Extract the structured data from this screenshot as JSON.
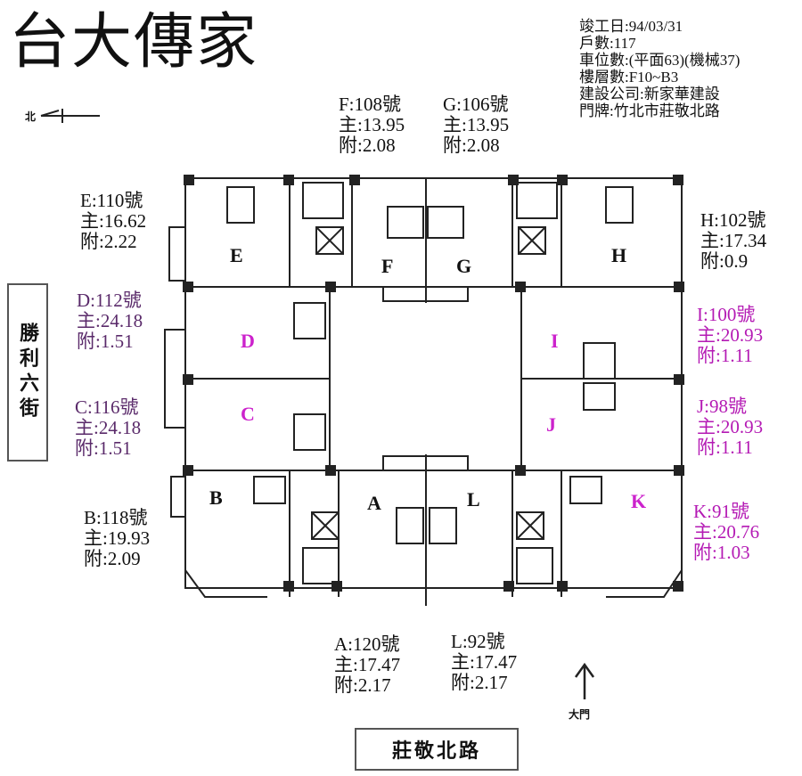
{
  "title": "台大傳家",
  "info": [
    "竣工日:94/03/31",
    "戶數:117",
    "車位數:(平面63)(機械37)",
    "樓層數:F10~B3",
    "建設公司:新家華建設",
    "門牌:竹北市莊敬北路"
  ],
  "compass": {
    "label": "北"
  },
  "gate": {
    "label": "大門"
  },
  "streets": {
    "west": "勝利六街",
    "south": "莊敬北路"
  },
  "units": {
    "A": {
      "letter": "A",
      "no": "A:120號",
      "main": "主:17.47",
      "aux": "附:2.17"
    },
    "B": {
      "letter": "B",
      "no": "B:118號",
      "main": "主:19.93",
      "aux": "附:2.09"
    },
    "C": {
      "letter": "C",
      "no": "C:116號",
      "main": "主:24.18",
      "aux": "附:1.51"
    },
    "D": {
      "letter": "D",
      "no": "D:112號",
      "main": "主:24.18",
      "aux": "附:1.51"
    },
    "E": {
      "letter": "E",
      "no": "E:110號",
      "main": "主:16.62",
      "aux": "附:2.22"
    },
    "F": {
      "letter": "F",
      "no": "F:108號",
      "main": "主:13.95",
      "aux": "附:2.08"
    },
    "G": {
      "letter": "G",
      "no": "G:106號",
      "main": "主:13.95",
      "aux": "附:2.08"
    },
    "H": {
      "letter": "H",
      "no": "H:102號",
      "main": "主:17.34",
      "aux": "附:0.9"
    },
    "I": {
      "letter": "I",
      "no": "I:100號",
      "main": "主:20.93",
      "aux": "附:1.11"
    },
    "J": {
      "letter": "J",
      "no": "J:98號",
      "main": "主:20.93",
      "aux": "附:1.11"
    },
    "K": {
      "letter": "K",
      "no": "K:91號",
      "main": "主:20.76",
      "aux": "附:1.03"
    },
    "L": {
      "letter": "L",
      "no": "L:92號",
      "main": "主:17.47",
      "aux": "附:2.17"
    }
  },
  "colors": {
    "purple": "#5a2a6a",
    "magenta": "#b41ab4",
    "letter_magenta": "#cc22cc"
  }
}
